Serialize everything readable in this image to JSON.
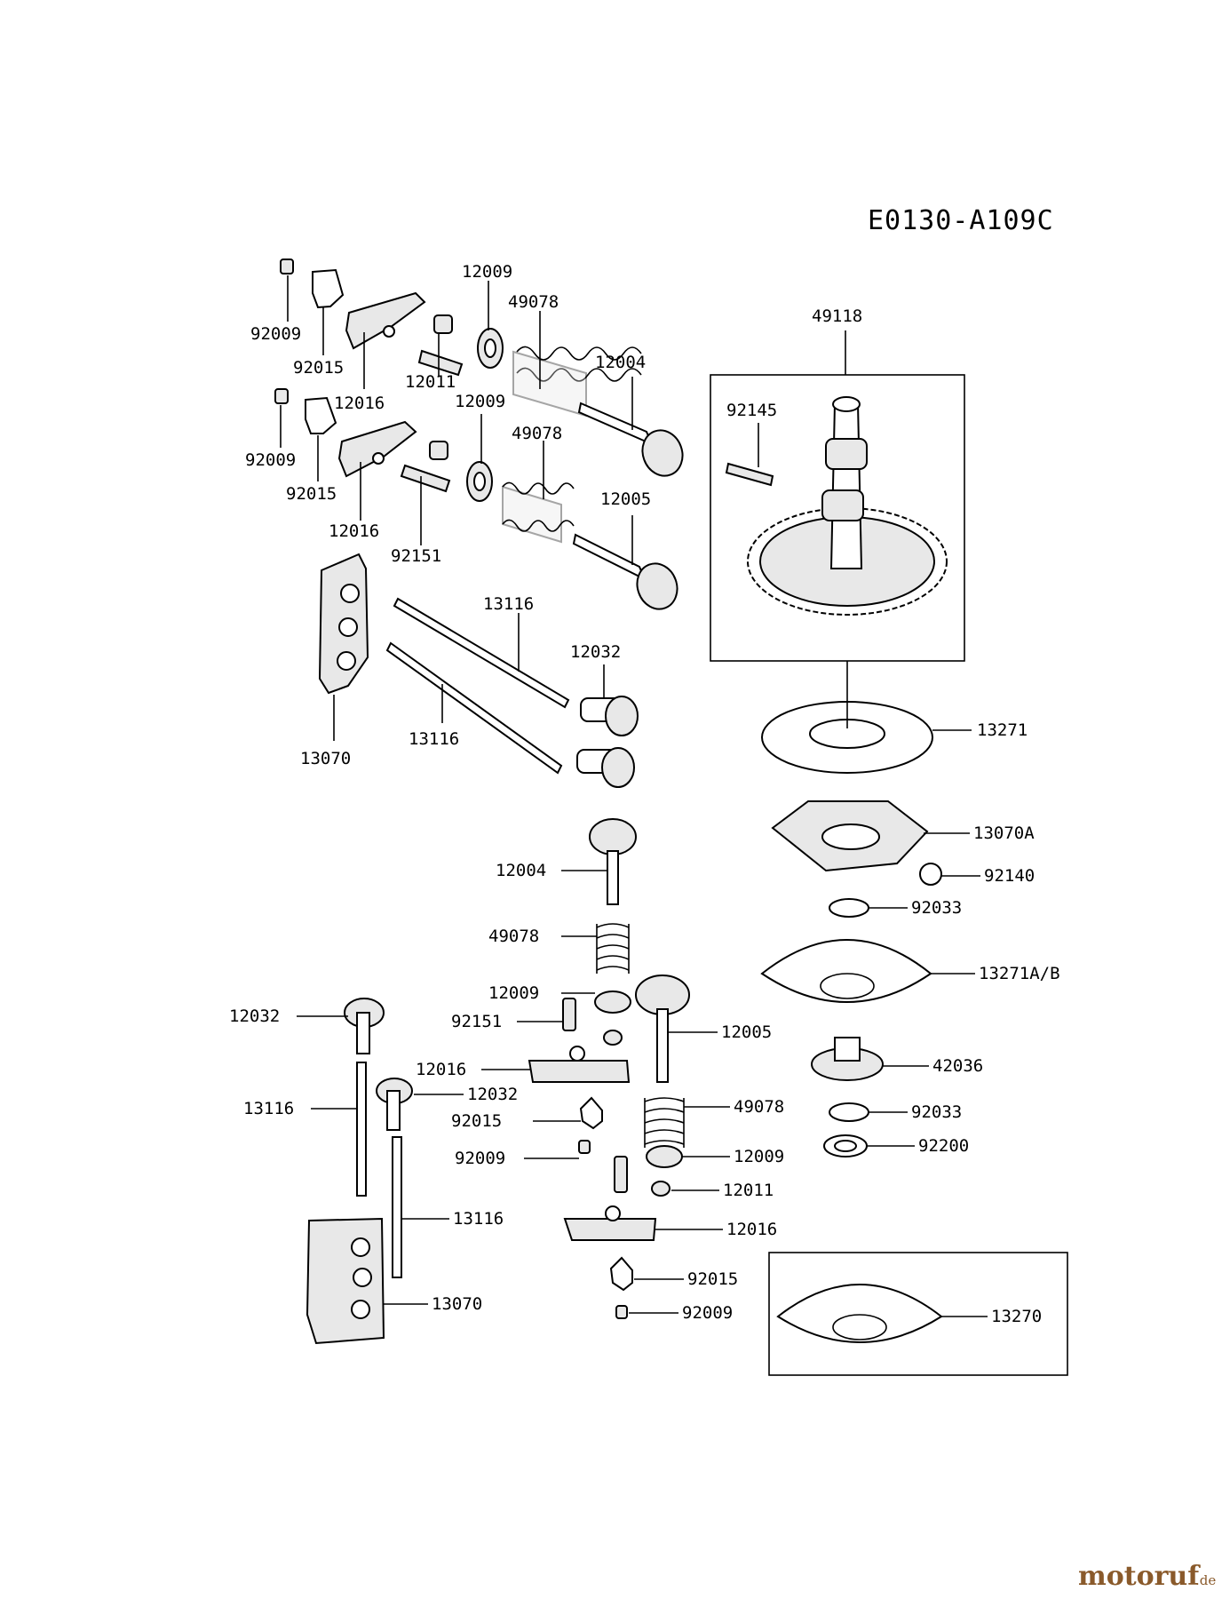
{
  "diagram_code": "E0130-A109C",
  "watermark": {
    "brand": "motoruf",
    "suffix": ".de"
  },
  "labels": {
    "l01": "92009",
    "l02": "92015",
    "l03": "12016",
    "l04": "12011",
    "l05": "12009",
    "l06": "49078",
    "l07": "12004",
    "l08": "92009",
    "l09": "92015",
    "l10": "12016",
    "l11": "92151",
    "l12": "12009",
    "l13": "49078",
    "l14": "12005",
    "l15": "13116",
    "l16": "12032",
    "l17": "13116",
    "l18": "13070",
    "l19": "49118",
    "l20": "92145",
    "l21": "13271",
    "l22": "13070A",
    "l23": "92140",
    "l24": "92033",
    "l25": "13271A/B",
    "l26": "42036",
    "l27": "92033",
    "l28": "92200",
    "l29": "13270",
    "l30": "12004",
    "l31": "49078",
    "l32": "12009",
    "l33": "92151",
    "l34": "12005",
    "l35": "12016",
    "l36": "12032",
    "l37": "92015",
    "l38": "92009",
    "l39": "12032",
    "l40": "13116",
    "l41": "13116",
    "l42": "13070",
    "l43": "49078",
    "l44": "12009",
    "l45": "12011",
    "l46": "12016",
    "l47": "92015",
    "l48": "92009"
  }
}
